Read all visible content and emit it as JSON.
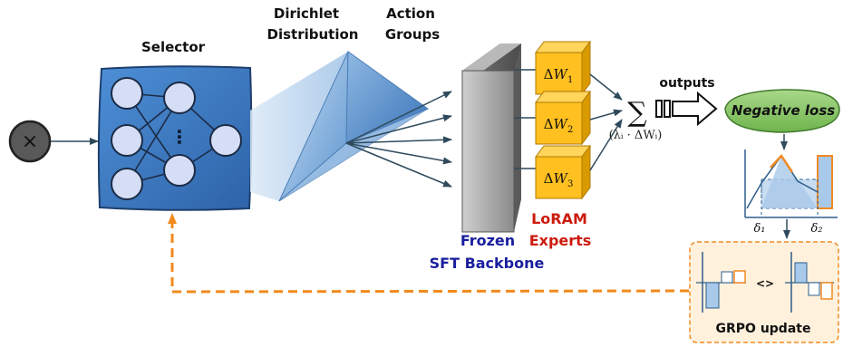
{
  "input": {
    "symbol": "×"
  },
  "selector": {
    "title": "Selector",
    "ellipsis": "⋮"
  },
  "dirichlet": {
    "line1": "Dirichlet",
    "line2": "Distribution"
  },
  "action_groups": {
    "line1": "Action",
    "line2": "Groups"
  },
  "backbone": {
    "line1": "Frozen",
    "line2": "SFT Backbone",
    "color": "#1a1f9e"
  },
  "experts": {
    "line1": "LoRAM",
    "line2": "Experts",
    "color": "#cc1b0e",
    "items": [
      {
        "delta": "Δ",
        "letter": "W",
        "sub": "1"
      },
      {
        "delta": "Δ",
        "letter": "W",
        "sub": "2"
      },
      {
        "delta": "Δ",
        "letter": "W",
        "sub": "3"
      }
    ]
  },
  "aggregation": {
    "sum_symbol": "∑",
    "formula": "(λᵢ · ΔWᵢ)"
  },
  "outputs": {
    "label": "outputs"
  },
  "loss": {
    "label": "Negative loss"
  },
  "thresholds": {
    "left": "δ₁",
    "right": "δ₂"
  },
  "grpo": {
    "label": "GRPO update",
    "compare": "<>"
  },
  "colors": {
    "selector_fill": "#3f7fc6",
    "node_fill": "#d5def5",
    "expert_fill": "#ffc020",
    "loss_fill": "#8fcb6a",
    "feedback_arrow": "#f28a1c",
    "grpo_fill": "#fff1dc"
  }
}
